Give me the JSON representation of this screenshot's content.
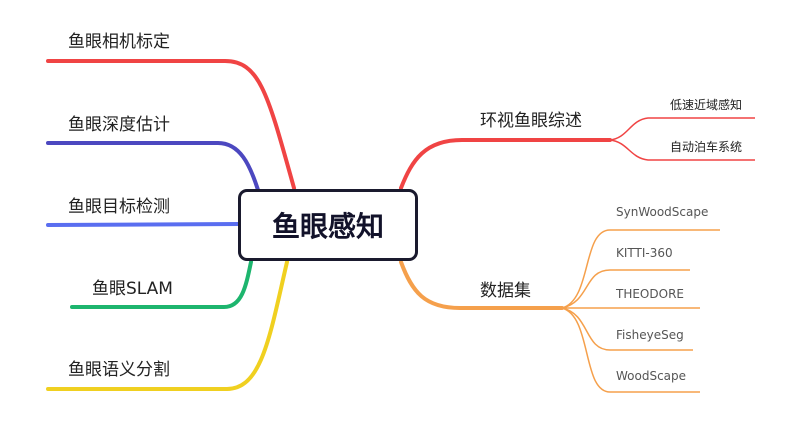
{
  "mindmap": {
    "center": {
      "label": "鱼眼感知"
    },
    "left_branches": [
      {
        "label": "鱼眼相机标定",
        "color": "#f04444"
      },
      {
        "label": "鱼眼深度估计",
        "color": "#4c48c0"
      },
      {
        "label": "鱼眼目标检测",
        "color": "#5a6ef0"
      },
      {
        "label": "鱼眼SLAM",
        "color": "#1db56e"
      },
      {
        "label": "鱼眼语义分割",
        "color": "#f0d020"
      }
    ],
    "right_branches": [
      {
        "label": "环视鱼眼综述",
        "color": "#f04444",
        "children": [
          {
            "label": "低速近域感知"
          },
          {
            "label": "自动泊车系统"
          }
        ]
      },
      {
        "label": "数据集",
        "color": "#f5a04c",
        "children": [
          {
            "label": "SynWoodScape"
          },
          {
            "label": "KITTI-360"
          },
          {
            "label": "THEODORE"
          },
          {
            "label": "FisheyeSeg"
          },
          {
            "label": "WoodScape"
          }
        ]
      }
    ]
  }
}
